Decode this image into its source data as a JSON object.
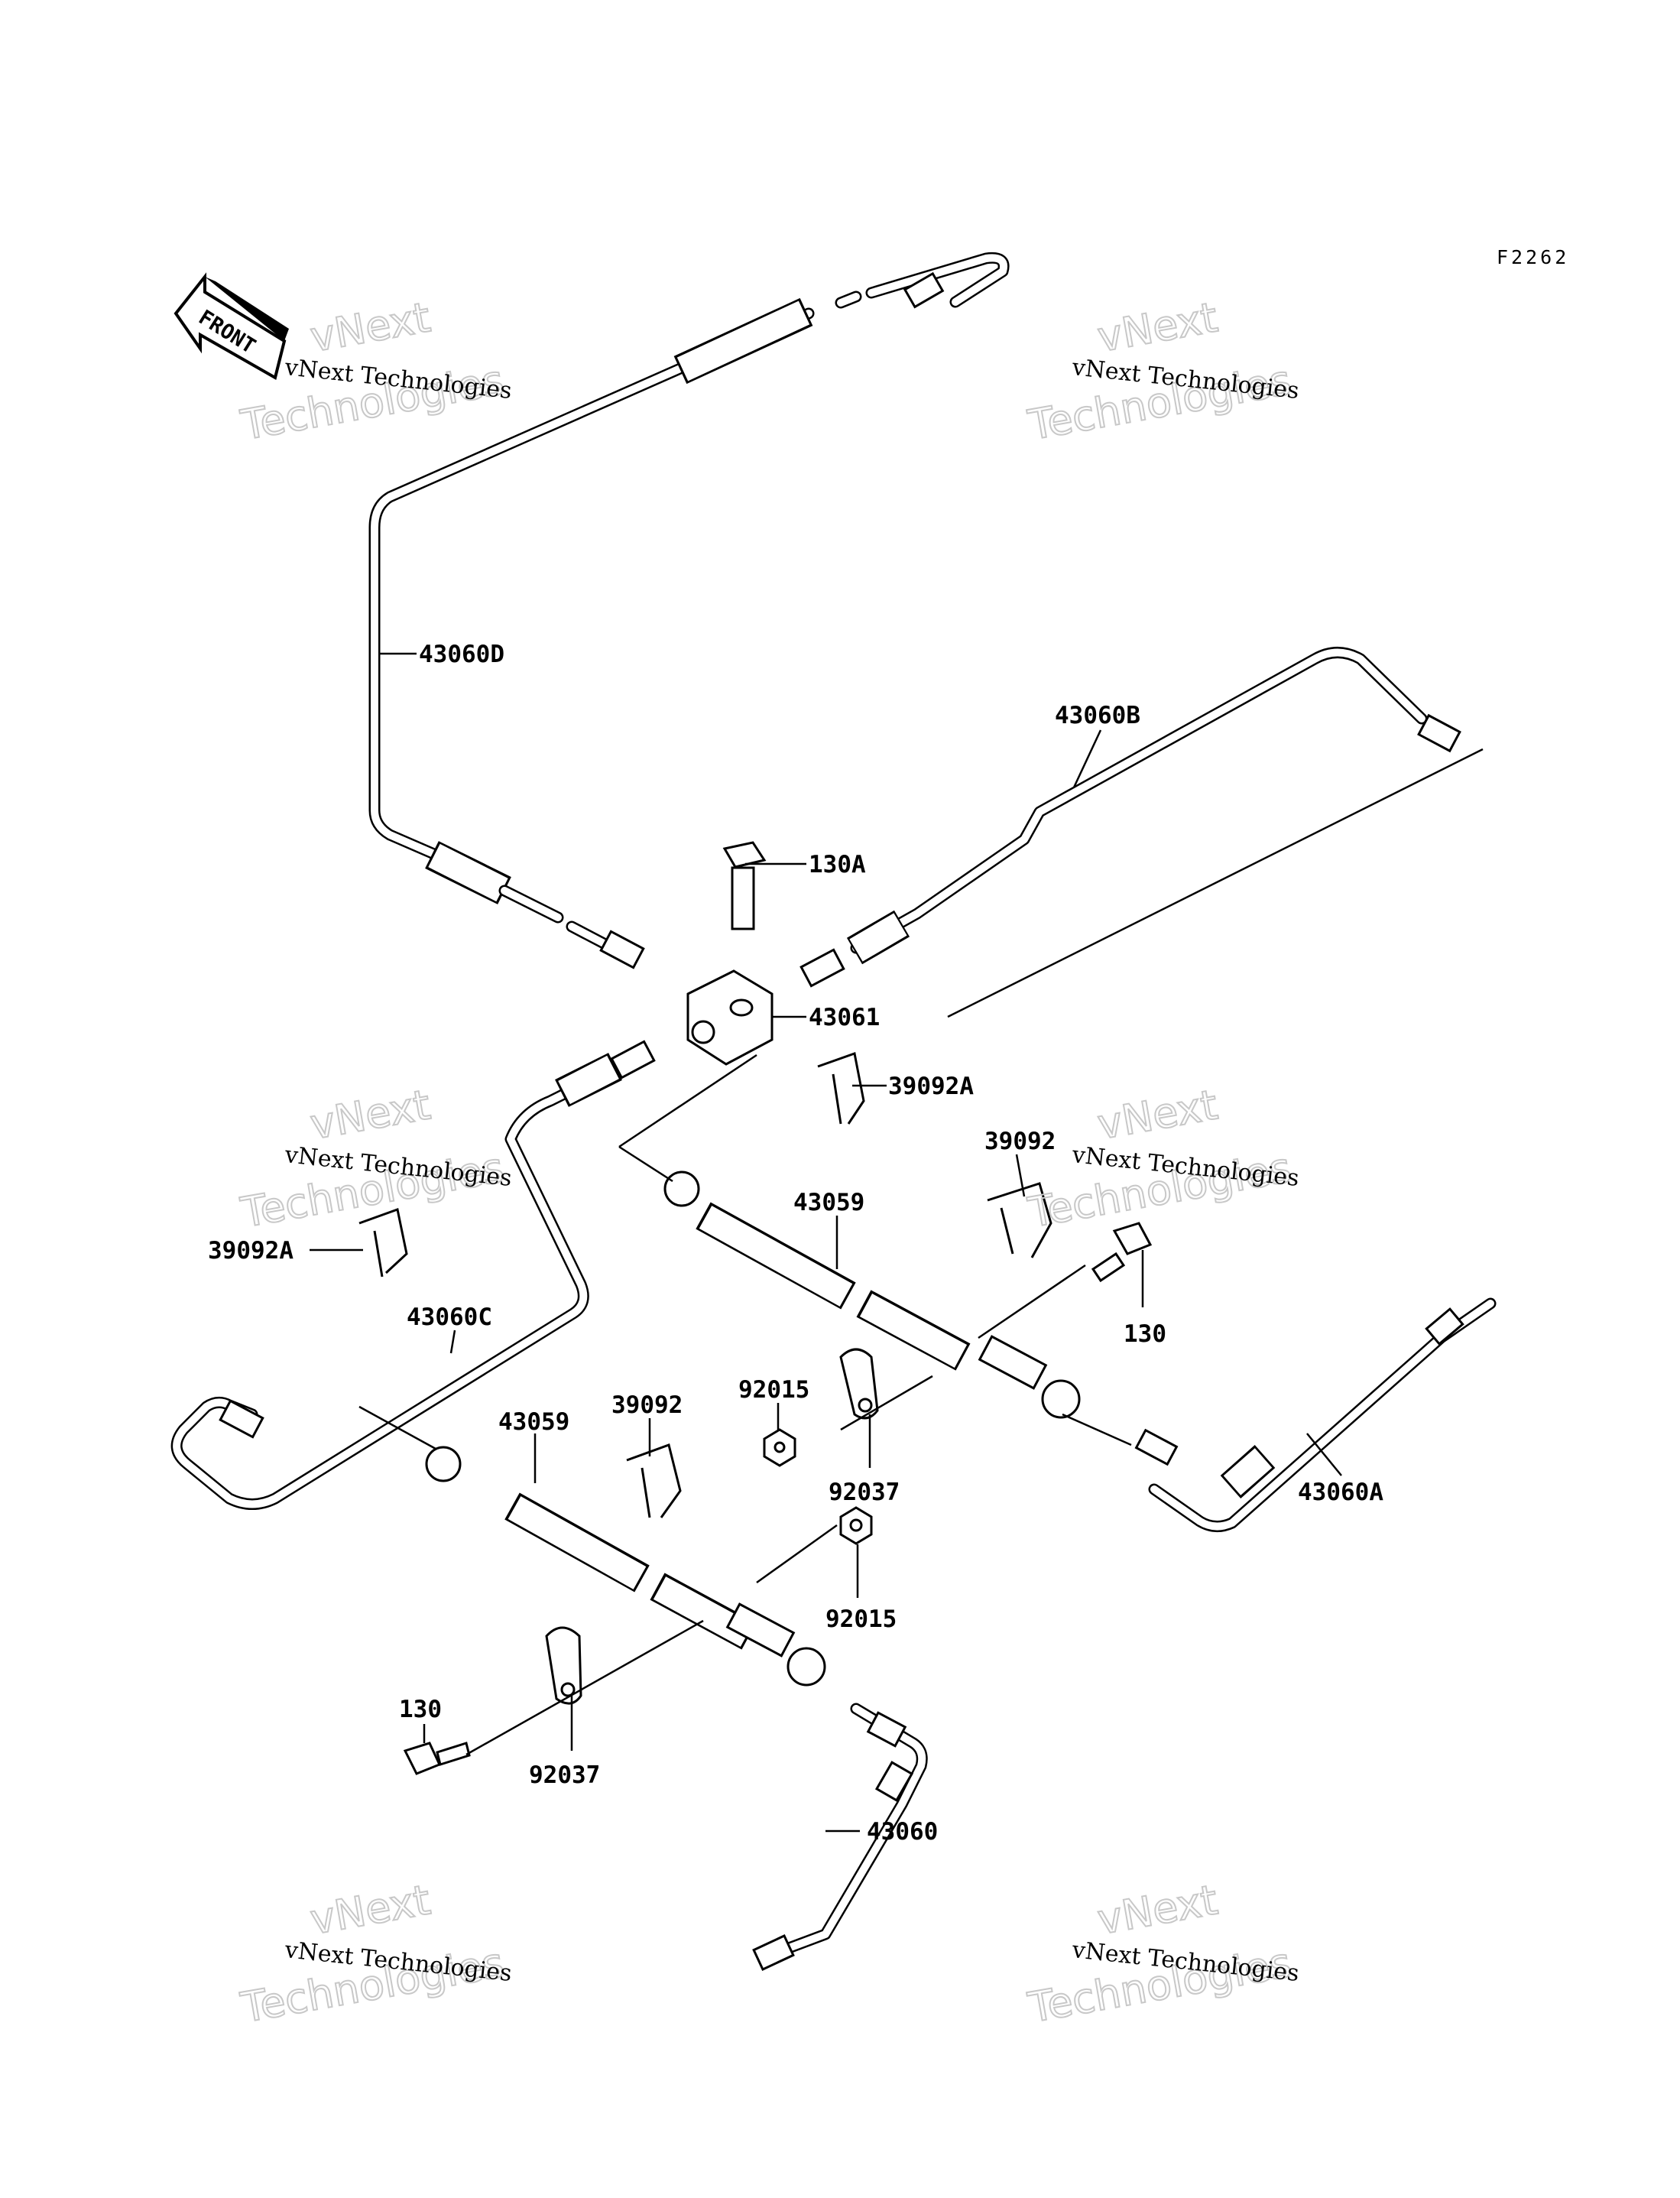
{
  "figure_code": "F2262",
  "front_arrow_label": "FRONT",
  "watermark": {
    "line1": "vNext Technologies",
    "line2a": "vNext",
    "line2b": "Technologies"
  },
  "parts": {
    "p43060D": "43060D",
    "p43060B": "43060B",
    "p130A": "130A",
    "p43061": "43061",
    "p39092A_top": "39092A",
    "p39092_top": "39092",
    "p43059_top": "43059",
    "p39092A_left": "39092A",
    "p43060C": "43060C",
    "p130_right": "130",
    "p43060A": "43060A",
    "p39092_mid": "39092",
    "p92015_top": "92015",
    "p43059_bottom": "43059",
    "p92037_top": "92037",
    "p92015_bottom": "92015",
    "p130_left": "130",
    "p92037_bottom": "92037",
    "p43060": "43060"
  },
  "colors": {
    "line": "#000000",
    "watermark_outline": "#c8c8c8",
    "background": "#ffffff"
  }
}
